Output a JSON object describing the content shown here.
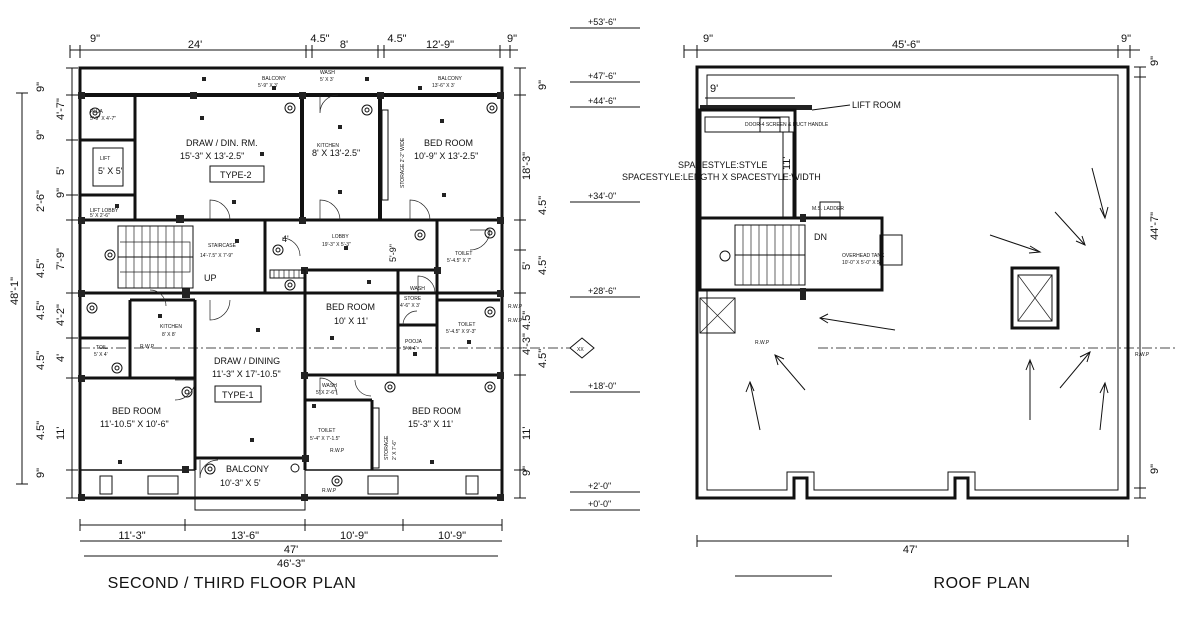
{
  "titles": {
    "floor_plan": "SECOND / THIRD FLOOR PLAN",
    "roof_plan": "ROOF PLAN"
  },
  "top_dims": [
    "9\"",
    "24'",
    "4.5\"",
    "8'",
    "4.5\"",
    "12'-9\"",
    "9\""
  ],
  "bottom_dims": [
    "11'-3\"",
    "13'-6\"",
    "10'-9\"",
    "10'-9\"",
    "47'",
    "46'-3\""
  ],
  "left_dims": [
    "9\"",
    "4'-7\"",
    "9\"",
    "5'",
    "2'-6\"",
    "9\"",
    "7'-9\"",
    "4.5\"",
    "4.5\"",
    "4'-2\"",
    "4.5\"",
    "4'",
    "4.5\"",
    "11'",
    "9\"",
    "48'-1\""
  ],
  "right_dims": [
    "9\"",
    "18'-3\"",
    "4.5\"",
    "4.5\"",
    "5'",
    "4.5\"",
    "4'-3\"",
    "4.5\"",
    "11'",
    "9\""
  ],
  "levels": [
    "+53'-6\"",
    "+47'-6\"",
    "+44'-6\"",
    "+34'-0\"",
    "+28'-6\"",
    "+18'-0\"",
    "+2'-0\"",
    "+0'-0\""
  ],
  "rooms": {
    "balcony_top_left": "BALCONY",
    "balcony_top_left_size": "5'-9\" X 3'",
    "wash": "WASH",
    "wash_size": "5' X 3'",
    "balcony_top_right": "BALCONY",
    "balcony_top_right_size": "13'-6\" X 3'",
    "pantry": "PUJA",
    "pantry_size": "5'-9\" X 4'-7\"",
    "lift": "LIFT",
    "lift_size": "5' X 5'",
    "draw_din": "DRAW / DIN. RM.",
    "draw_din_size": "15'-3\" X 13'-2.5\"",
    "type2": "TYPE-2",
    "kitchen_top": "KITCHEN",
    "kitchen_top_size": "8' X 13'-2.5\"",
    "storage_niche": "STORAGE 2'-2\" WIDE",
    "bedroom_top": "BED ROOM",
    "bedroom_top_size": "10'-9\" X 13'-2.5\"",
    "lift_lobby": "LIFT LOBBY",
    "lift_lobby_size": "5' X 2'-6\"",
    "staircase": "STAIRCASE",
    "staircase_size": "14'-7.5\" X 7'-9\"",
    "lobby": "LOBBY",
    "lobby_size": "19'-3\" X 5'-3\"",
    "toilet_r1": "TOILET",
    "toilet_r1_size": "5'-4.5\" X 7'",
    "up": "UP",
    "dim_4": "4'",
    "dim_5_9": "5'-9\"",
    "bedroom_mid": "BED ROOM",
    "bedroom_mid_size": "10' X 11'",
    "wash_mid": "WASH",
    "toilet_r2": "TOILET",
    "toilet_r2_size": "5'-4.5\" X 9'-3\"",
    "store_mid": "STORE",
    "store_mid_size": "4'-6\" X 3'",
    "pooja": "POOJA",
    "pooja_size": "5' X 4'",
    "kitchen_left": "KITCHEN",
    "kitchen_left_size": "8' X 8'",
    "toil": "TOIL.",
    "toil_size": "5' X 4'",
    "draw_dining": "DRAW / DINING",
    "draw_dining_size": "11'-3\" X 17'-10.5\"",
    "type1": "TYPE-1",
    "bedroom_bl": "BED ROOM",
    "bedroom_bl_size": "11'-10.5\" X 10'-6\"",
    "wash_lower": "WASH",
    "wash_lower_size": "5' X 2'-6\"",
    "toilet_lower": "TOILET",
    "toilet_lower_size": "5'-4\" X 7'-1.5\"",
    "storage_lower": "STORAGE",
    "storage_lower_size": "2' X 7'-6\"",
    "bedroom_br": "BED ROOM",
    "bedroom_br_size": "15'-3\" X 11'",
    "balcony_bottom": "BALCONY",
    "balcony_bottom_size": "10'-3\" X 5'",
    "rwp": "R.W.P",
    "section_mark": "XX"
  },
  "roof": {
    "top_dims": [
      "9\"",
      "45'-6\"",
      "9\""
    ],
    "bottom_dim": "47'",
    "side_dims": [
      "9\"",
      "44'-7\"",
      "9\""
    ],
    "dim_9": "9'",
    "dim_11": "11'",
    "lift_room": "LIFT ROOM",
    "lift_machine": "DOOR-4 SCREEN & DUCT HANDLE",
    "style_line1": "SPACESTYLE:STYLE",
    "style_line2": "SPACESTYLE:LENGTH X SPACESTYLE:WIDTH",
    "dn": "DN",
    "overhead_tank": "OVERHEAD TANK",
    "overhead_tank_size": "10'-0\" X 5'-0\" X 5'",
    "ladder": "M.S. LADDER",
    "rwp": "R.W.P"
  }
}
